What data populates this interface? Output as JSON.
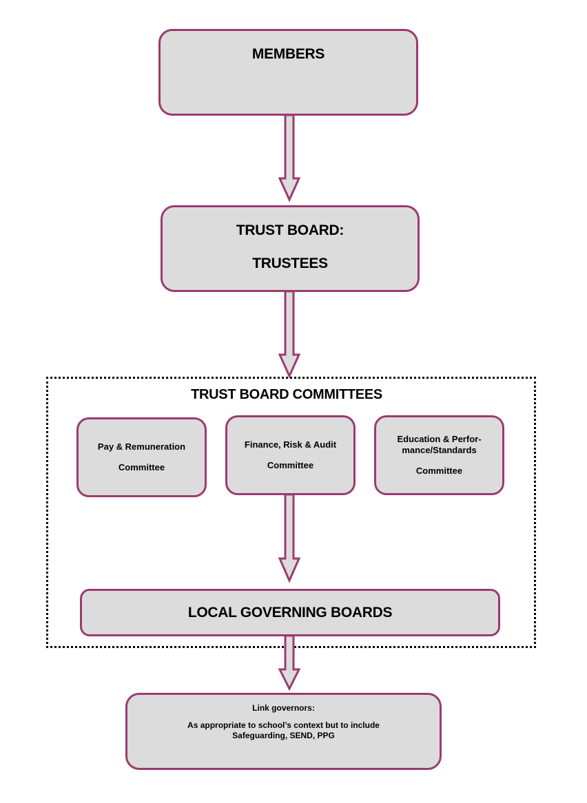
{
  "diagram": {
    "members": {
      "label": "MEMBERS"
    },
    "trust_board": {
      "line1": "TRUST BOARD:",
      "line2": "TRUSTEES"
    },
    "committees": {
      "title": "TRUST BOARD COMMITTEES",
      "items": [
        {
          "line1": "Pay & Remuneration",
          "line2": "Committee"
        },
        {
          "line1": "Finance, Risk & Audit",
          "line2": "Committee"
        },
        {
          "line1": "Education & Perfor-",
          "line2": "mance/Standards",
          "line3": "Committee"
        }
      ]
    },
    "local_governing_boards": {
      "label": "LOCAL GOVERNING BOARDS"
    },
    "link_governors": {
      "title": "Link governors:",
      "line1": "As appropriate to school’s context but to include",
      "line2": "Safeguarding, SEND, PPG"
    }
  },
  "colors": {
    "box_fill": "#dcdcdc",
    "box_border": "#9b3b6f",
    "frame_border": "#000000"
  }
}
